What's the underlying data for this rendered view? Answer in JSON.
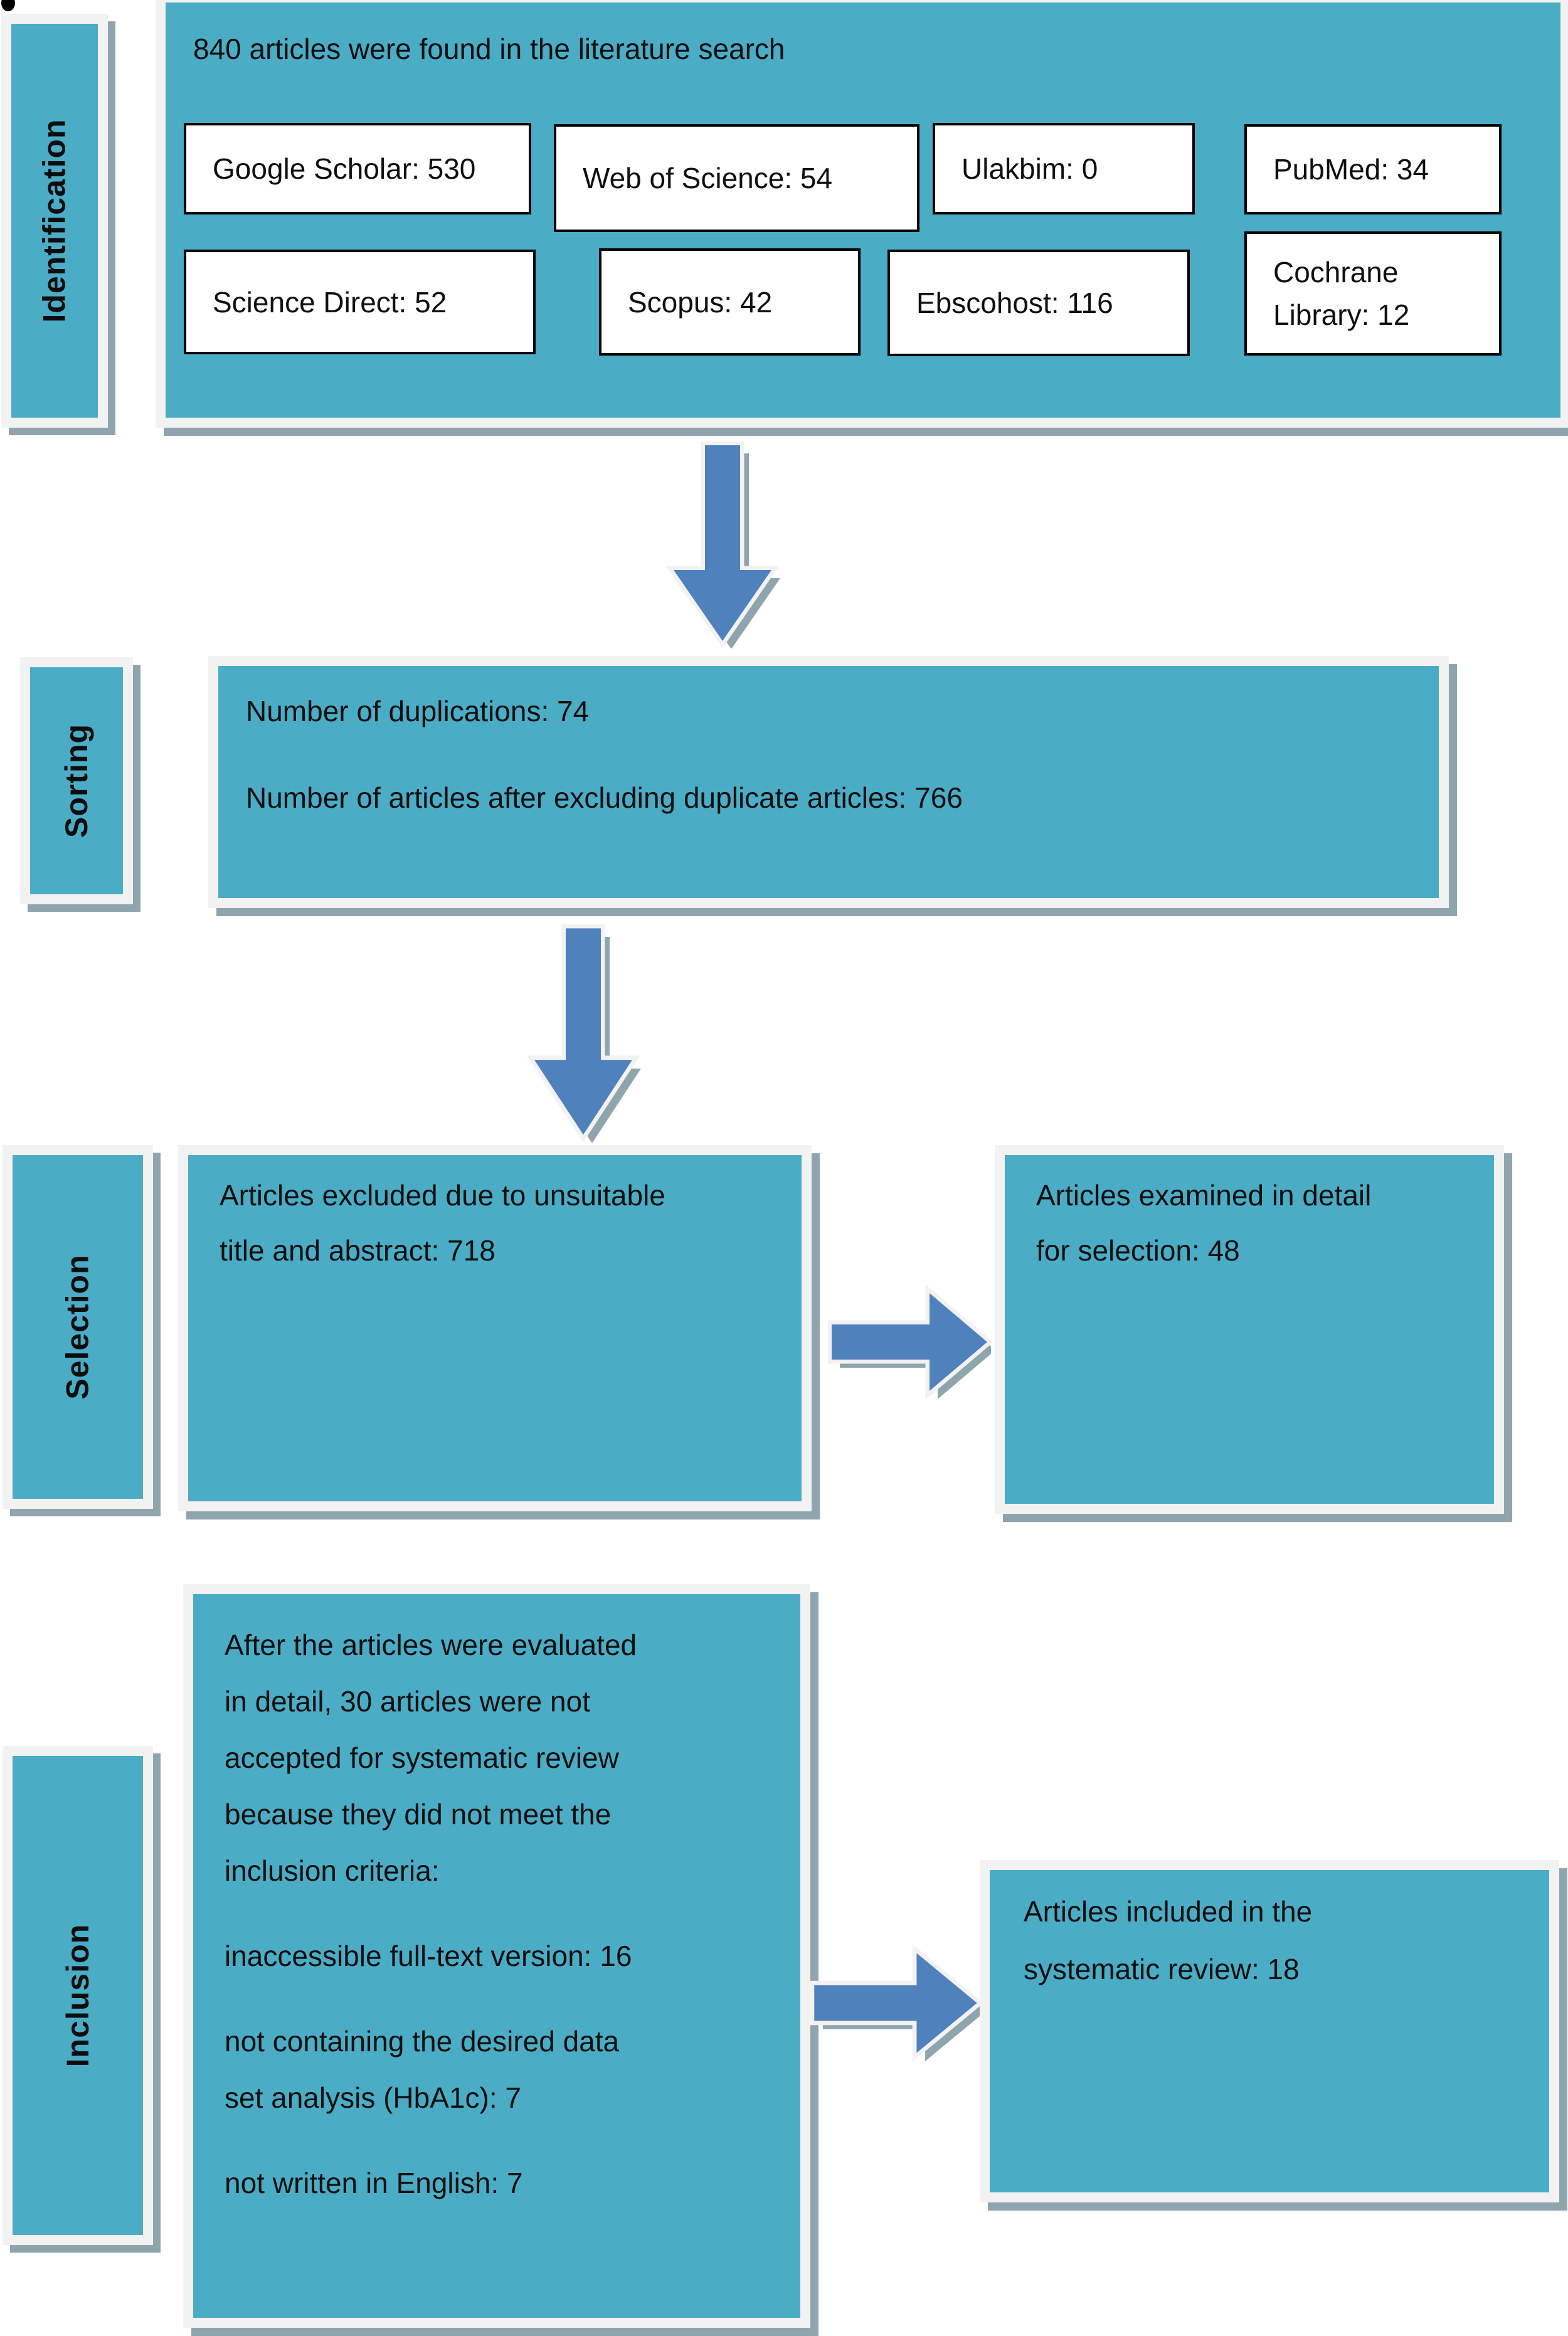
{
  "colors": {
    "stage_fill": "#4bacc6",
    "frame": "#f2f2f2",
    "shadow": "#8fa5ae",
    "arrow_fill": "#4f81bd",
    "source_box_border": "#000000",
    "text": "#0f0f0f"
  },
  "stages": {
    "identification": {
      "label": "Identification"
    },
    "sorting": {
      "label": "Sorting"
    },
    "selection": {
      "label": "Selection"
    },
    "inclusion": {
      "label": "Inclusion"
    }
  },
  "identification": {
    "title": "840 articles were found in the literature search",
    "sources": [
      {
        "text": "Google Scholar: 530"
      },
      {
        "text": "Web of Science: 54"
      },
      {
        "text": "Ulakbim: 0"
      },
      {
        "text": "PubMed: 34"
      },
      {
        "text": "Science Direct: 52"
      },
      {
        "text": "Scopus: 42"
      },
      {
        "text": "Ebscohost: 116"
      },
      {
        "text": "Cochrane\nLibrary: 12"
      }
    ]
  },
  "sorting": {
    "duplications": "Number of duplications: 74",
    "after_exclusion": "Number of articles after excluding duplicate articles: 766"
  },
  "selection": {
    "excluded": "Articles excluded due to unsuitable\ntitle and abstract: 718",
    "examined": "Articles examined in detail\nfor selection: 48"
  },
  "inclusion": {
    "criteria_intro": "After the articles were evaluated\nin detail, 30 articles were not\naccepted for systematic review\nbecause they did not meet the\ninclusion criteria:",
    "reasons": [
      "inaccessible full-text version: 16",
      "not containing the desired data\nset analysis (HbA1c): 7",
      "not written in English: 7"
    ],
    "included": "Articles included in the\nsystematic review: 18"
  }
}
